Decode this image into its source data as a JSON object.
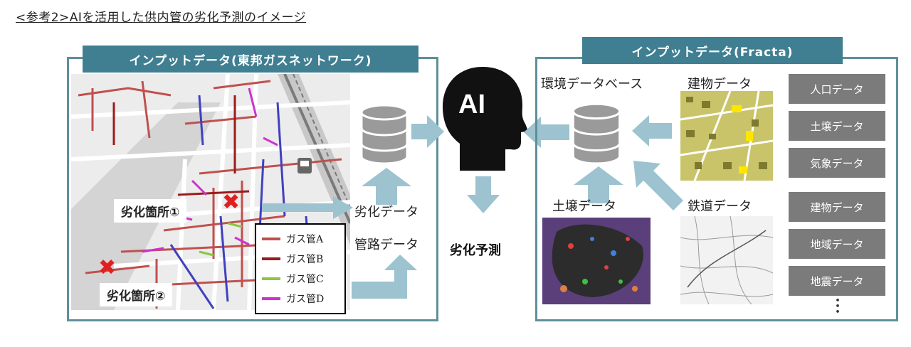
{
  "heading": "<参考2>AIを活用した供内管の劣化予測のイメージ",
  "left_panel": {
    "title": "インプットデータ(東邦ガスネットワーク)",
    "damage_1": "劣化箇所①",
    "damage_2": "劣化箇所②",
    "cross": "✖",
    "legend": [
      {
        "label": "ガス管A",
        "color": "#c0504d"
      },
      {
        "label": "ガス管B",
        "color": "#9b1b1b"
      },
      {
        "label": "ガス管C",
        "color": "#8cc63f"
      },
      {
        "label": "ガス管D",
        "color": "#cc33cc"
      }
    ],
    "degradation_data": "劣化データ",
    "pipeline_data": "管路データ"
  },
  "center": {
    "ai_label": "AI",
    "prediction": "劣化予測"
  },
  "right_panel": {
    "title": "インプットデータ(Fracta)",
    "env_db": "環境データベース",
    "building_data": "建物データ",
    "soil_data": "土壌データ",
    "railway_data": "鉄道データ",
    "side_items": [
      "人口データ",
      "土壌データ",
      "気象データ",
      "建物データ",
      "地域データ",
      "地震データ"
    ],
    "ellipsis": "・\n・\n・"
  },
  "colors": {
    "panel_border": "#5f8f9a",
    "tab_bg": "#3f7f91",
    "arrow": "#9cc3cf",
    "database": "#9a9a9a",
    "side_button": "#7b7b7b"
  }
}
